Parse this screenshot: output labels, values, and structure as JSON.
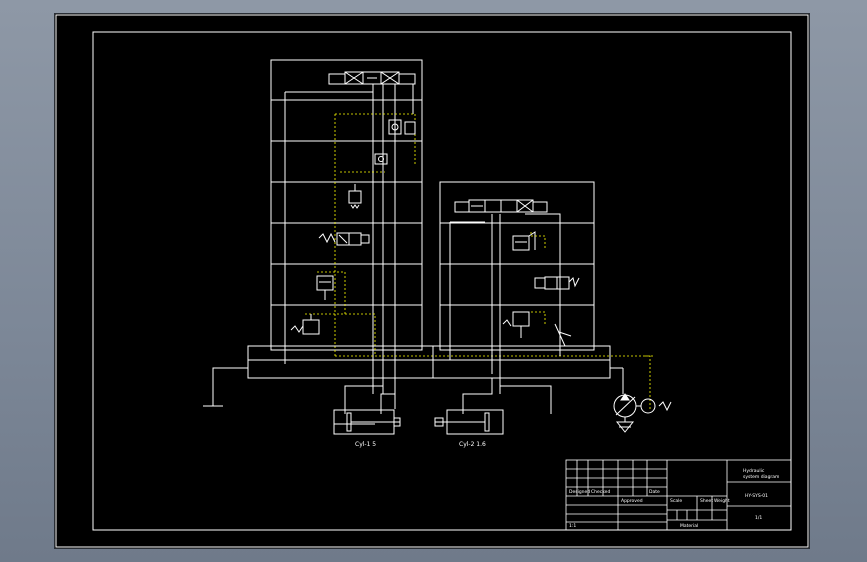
{
  "drawing": {
    "cylinder_labels": [
      "Cyl-1 5",
      "Cyl-2 1.6"
    ],
    "title_block": {
      "title_line_1": "Hydraulic",
      "title_line_2": "system diagram",
      "drawing_no": "HY-SYS-01",
      "scale": "1:1",
      "sheet": "1/1",
      "labels": [
        "Designed",
        "Checked",
        "Approved",
        "Date",
        "Scale",
        "Sheet",
        "Weight",
        "Material"
      ]
    }
  },
  "colors": {
    "background": "#000000",
    "line": "#ffffff",
    "pilot_line": "#ffff00",
    "frame": "#ffffff"
  }
}
